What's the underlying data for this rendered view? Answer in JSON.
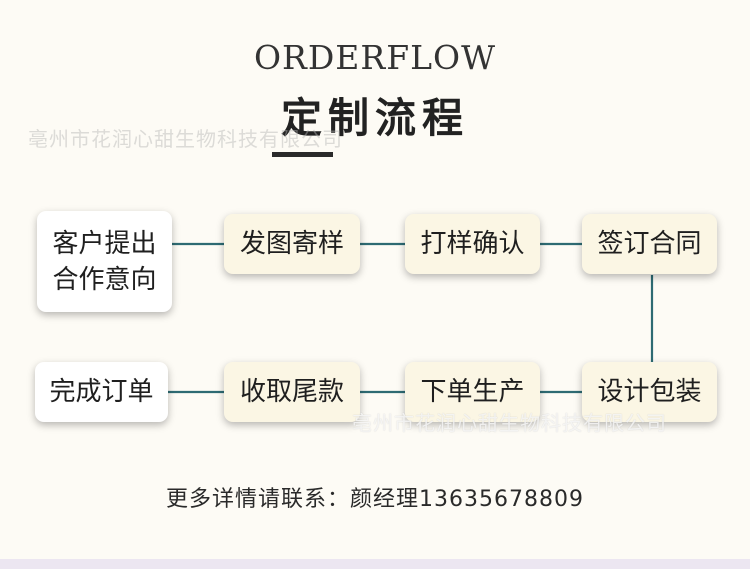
{
  "title_en": "ORDERFLOW",
  "title_cn": "定制流程",
  "watermark": "亳州市花润心甜生物科技有限公司",
  "steps": {
    "s1": "客户提出合作意向",
    "s2": "发图寄样",
    "s3": "打样确认",
    "s4": "签订合同",
    "s5": "设计包装",
    "s6": "下单生产",
    "s7": "收取尾款",
    "s8": "完成订单"
  },
  "contact": "更多详情请联系：颜经理13635678809",
  "colors": {
    "connector": "#2e6b73",
    "background": "#fdfbf5",
    "card_cream": "#fbf6e4"
  }
}
